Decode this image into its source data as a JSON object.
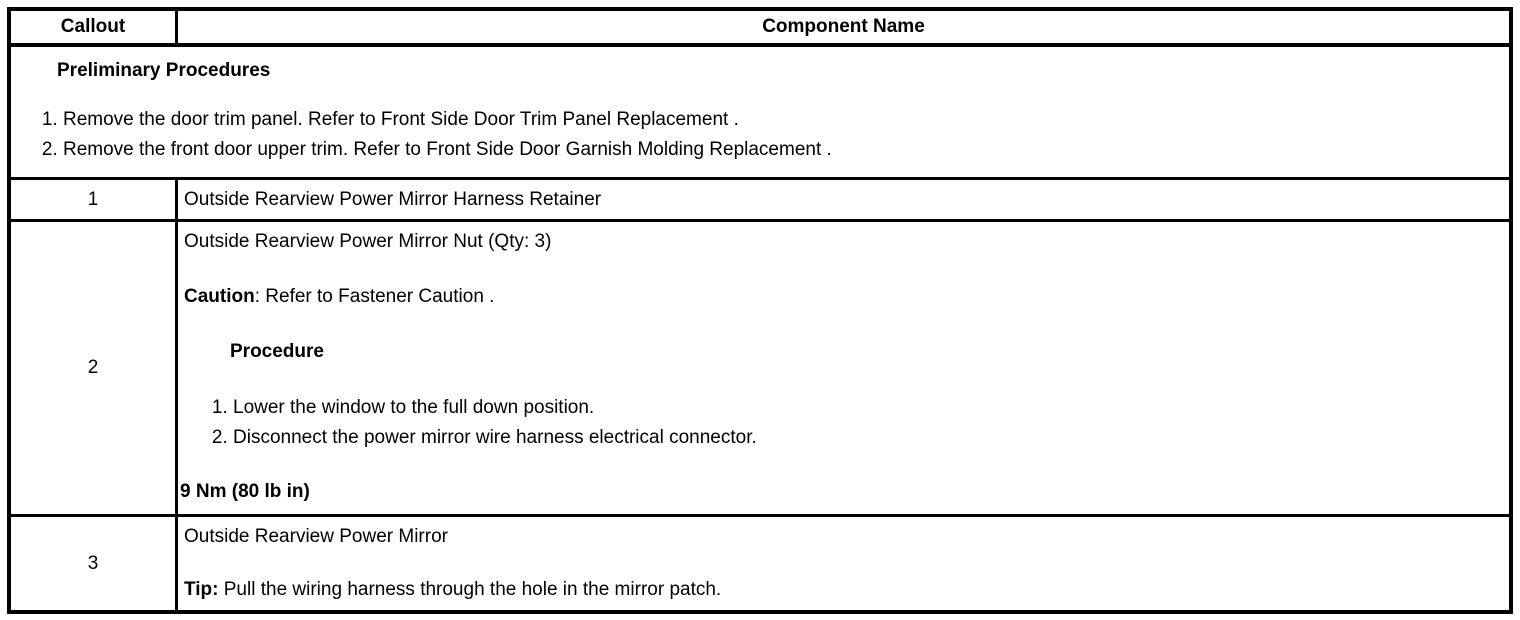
{
  "colors": {
    "text": "#000000",
    "background": "#ffffff",
    "border": "#000000"
  },
  "table": {
    "header": {
      "callout": "Callout",
      "component": "Component Name"
    },
    "preliminary": {
      "title": "Preliminary Procedures",
      "steps": [
        "Remove the door trim panel. Refer to Front Side Door Trim Panel Replacement .",
        "Remove the front door upper trim. Refer to Front Side Door Garnish Molding Replacement ."
      ]
    },
    "rows": [
      {
        "callout": "1",
        "name": "Outside Rearview Power Mirror Harness Retainer"
      },
      {
        "callout": "2",
        "name": "Outside Rearview Power Mirror Nut (Qty: 3)",
        "caution_label": "Caution",
        "caution_text": ": Refer to Fastener Caution .",
        "procedure_title": "Procedure",
        "procedure_steps": [
          "Lower the window to the full down position.",
          "Disconnect the power mirror wire harness electrical connector."
        ],
        "torque": "9 Nm (80 lb in)"
      },
      {
        "callout": "3",
        "name": "Outside Rearview Power Mirror",
        "tip_label": "Tip:",
        "tip_text": " Pull the wiring harness through the hole in the mirror patch."
      }
    ]
  }
}
